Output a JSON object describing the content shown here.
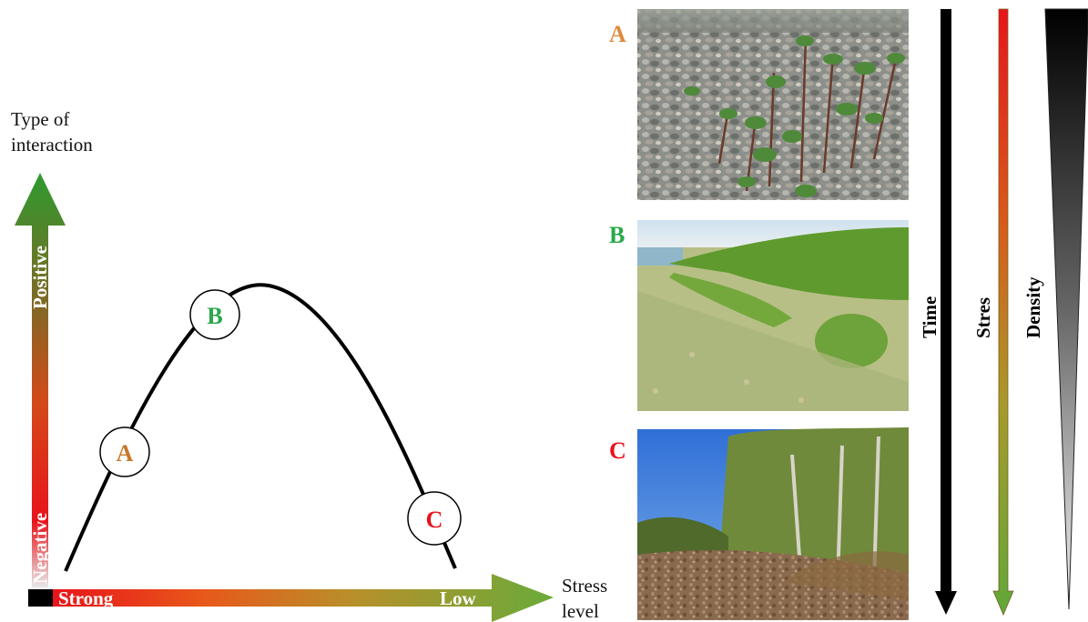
{
  "y_axis": {
    "title_line1": "Type of",
    "title_line2": "interaction",
    "positive_label": "Positive",
    "negative_label": "Negative"
  },
  "x_axis": {
    "title_line1": "Stress",
    "title_line2": "level",
    "strong_label": "Strong",
    "low_label": "Low"
  },
  "curve_points": [
    {
      "letter": "A",
      "color": "#c8772a"
    },
    {
      "letter": "B",
      "color": "#2aa84a"
    },
    {
      "letter": "C",
      "color": "#e8141b"
    }
  ],
  "photos": [
    {
      "letter": "A",
      "color": "#e08a3c",
      "icon": "gravel-seedlings-photo"
    },
    {
      "letter": "B",
      "color": "#2aa84a",
      "icon": "shrub-rows-photo"
    },
    {
      "letter": "C",
      "color": "#e8141b",
      "icon": "mature-forest-photo"
    }
  ],
  "gradients": {
    "time_label": "Time",
    "stress_label": "Stres",
    "density_label": "Density"
  },
  "colors": {
    "green": "#3a9a35",
    "red": "#e8141b",
    "orange": "#e08a3c"
  }
}
